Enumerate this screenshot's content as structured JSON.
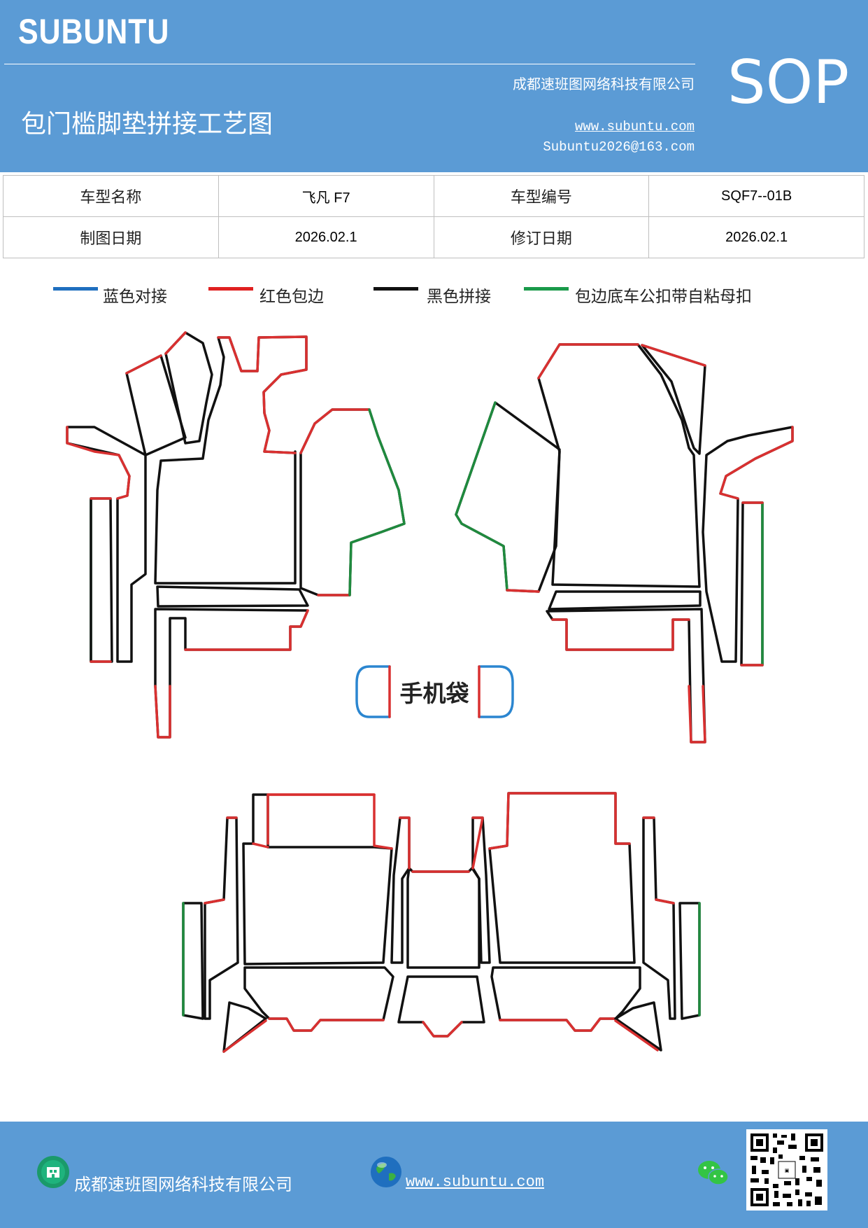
{
  "header": {
    "brand": "SUBUNTU",
    "company": "成都速班图网络科技有限公司",
    "title": "包门槛脚垫拼接工艺图",
    "website": "www.subuntu.com",
    "email": "Subuntu2026@163.com",
    "badge": "SOP"
  },
  "info_table": {
    "rows": [
      [
        "车型名称",
        "飞凡 F7",
        "车型编号",
        "SQF7--01B"
      ],
      [
        "制图日期",
        "2026.02.1",
        "修订日期",
        "2026.02.1"
      ]
    ]
  },
  "legend": [
    {
      "label": "蓝色对接",
      "color": "#1f6fbf"
    },
    {
      "label": "红色包边",
      "color": "#e02020"
    },
    {
      "label": "黑色拼接",
      "color": "#111111"
    },
    {
      "label": "包边底车公扣带自粘母扣",
      "color": "#1a9a4a"
    }
  ],
  "diagram": {
    "phone_pocket_label": "手机袋",
    "colors": {
      "blue": "#2b86d0",
      "red": "#d93030",
      "black": "#111111",
      "green": "#1f8a3e"
    }
  },
  "footer": {
    "company": "成都速班图网络科技有限公司",
    "website": "www.subuntu.com",
    "icons": [
      "company-icon",
      "globe-icon",
      "wechat-icon",
      "qr-code"
    ]
  }
}
